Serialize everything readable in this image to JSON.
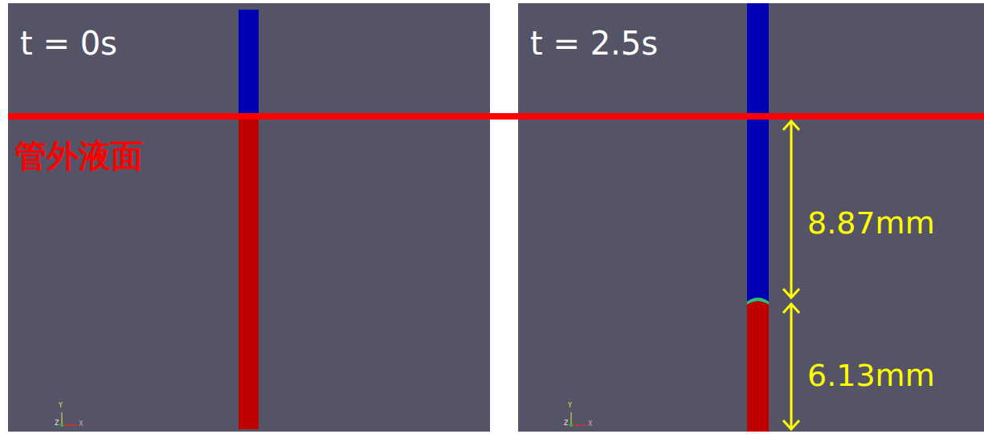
{
  "diagram": {
    "labels": [
      "t = 0s",
      "管外液面",
      "Y",
      "Z",
      "X",
      "t = 2.5s",
      "8.87mm",
      "6.13mm",
      "Y",
      "Z",
      "X"
    ]
  }
}
